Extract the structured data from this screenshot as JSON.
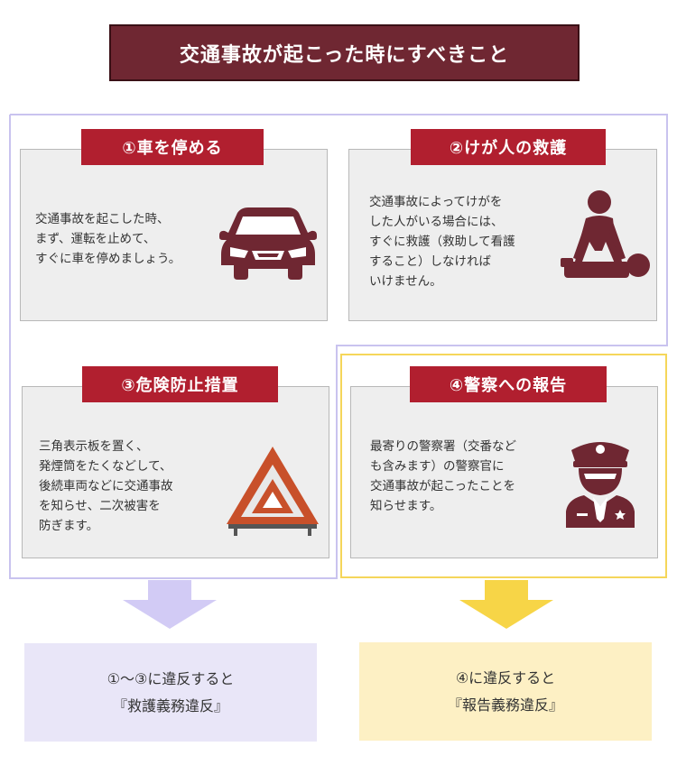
{
  "title": "交通事故が起こった時にすべきこと",
  "cards": [
    {
      "label": "①車を停める",
      "lines": [
        "交通事故を起こした時、",
        "まず、運転を止めて、",
        "すぐに車を停めましょう。"
      ],
      "icon": "car-icon"
    },
    {
      "label": "②けが人の救護",
      "lines": [
        "交通事故によってけがを",
        "した人がいる場合には、",
        "すぐに救護（救助して看護",
        "すること）しなければ",
        "いけません。"
      ],
      "icon": "cpr-icon"
    },
    {
      "label": "③危険防止措置",
      "lines": [
        "三角表示板を置く、",
        "発煙筒をたくなどして、",
        "後続車両などに交通事故",
        "を知らせ、二次被害を",
        "防ぎます。"
      ],
      "icon": "warning-triangle-icon"
    },
    {
      "label": "④警察への報告",
      "lines": [
        "最寄りの警察署（交番など",
        "も含みます）の警察官に",
        "交通事故が起こったことを",
        "知らせます。"
      ],
      "icon": "police-officer-icon"
    }
  ],
  "results": [
    {
      "line1": "①〜③に違反すると",
      "line2": "『救護義務違反』"
    },
    {
      "line1": "④に違反すると",
      "line2": "『報告義務違反』"
    }
  ],
  "colors": {
    "title_bg": "#6f2732",
    "label_bg": "#b11f2f",
    "icon": "#6f2732",
    "purple_outline": "#c9c3ef",
    "purple_arrow": "#d2cbf5",
    "purple_result": "#e9e6f8",
    "yellow_outline": "#f5d65a",
    "yellow_arrow": "#f7d547",
    "yellow_result": "#fdf0c4"
  }
}
